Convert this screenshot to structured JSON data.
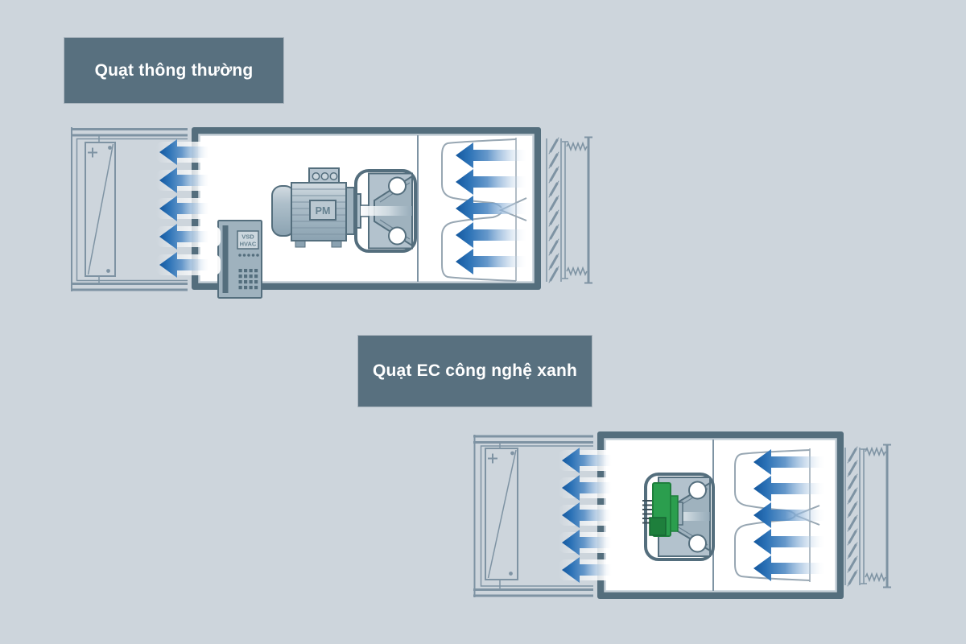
{
  "colors": {
    "background": "#cdd5dc",
    "label_bg": "#58707f",
    "label_text": "#ffffff",
    "outline": "#546e7d",
    "line": "#7e93a3",
    "bell": "#98a7b3",
    "fill_mid": "#a9bac6",
    "interior": "#ffffff",
    "arrow_blue": "#1a66af",
    "green": "#2b9e4e",
    "green_dark": "#1e7f3c"
  },
  "conventional": {
    "label": "Quạt thông thường",
    "motor_badge": "PM",
    "vsd_display": [
      "VSD",
      "HVAC"
    ]
  },
  "ec": {
    "label": "Quạt EC công nghệ xanh"
  }
}
